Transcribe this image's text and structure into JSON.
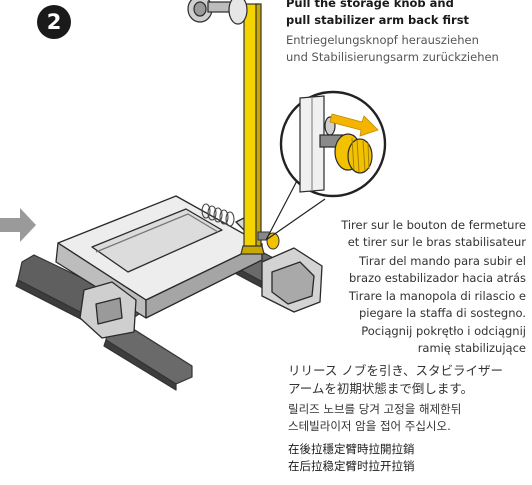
{
  "step": {
    "number": "2"
  },
  "instructions": {
    "en": [
      "Pull the storage knob and",
      "pull stabilizer arm back first"
    ],
    "de": [
      "Entriegelungsknopf herausziehen",
      "und Stabilisierungsarm zurückziehen"
    ],
    "fr": [
      "Tirer sur le bouton de fermeture",
      "et tirer sur le bras stabilisateur"
    ],
    "es": [
      "Tirar del mando para subir el",
      "brazo estabilizador hacia atrás"
    ],
    "it": [
      "Tirare la manopola di rilascio e",
      "piegare la staffa di sostegno."
    ],
    "pl": [
      "Pociągnij pokrętło i odciągnij",
      "ramię stabilizujące"
    ],
    "ja": [
      "リリース ノブを引き、スタビライザー",
      "アームを初期状態まで倒します。"
    ],
    "ko": [
      "릴리즈 노브를 당겨 고정을 해제한뒤",
      "스테빌라이저 암을 접어 주십시오."
    ],
    "zh": [
      "在後拉穩定臂時拉開拉銷",
      "在后拉稳定臂时拉开拉销"
    ]
  },
  "colors": {
    "arm_yellow": "#f4d400",
    "arm_yellow_dark": "#c9a800",
    "knob_yellow": "#f2c200",
    "arrow_yellow": "#f4b400",
    "frame_gray": "#6e6e6e",
    "frame_light": "#e6e6e6",
    "nav_arrow": "#9a9a9a"
  },
  "icons": {
    "nav": "arrow-right-icon",
    "motion": "pull-arrow-icon"
  }
}
